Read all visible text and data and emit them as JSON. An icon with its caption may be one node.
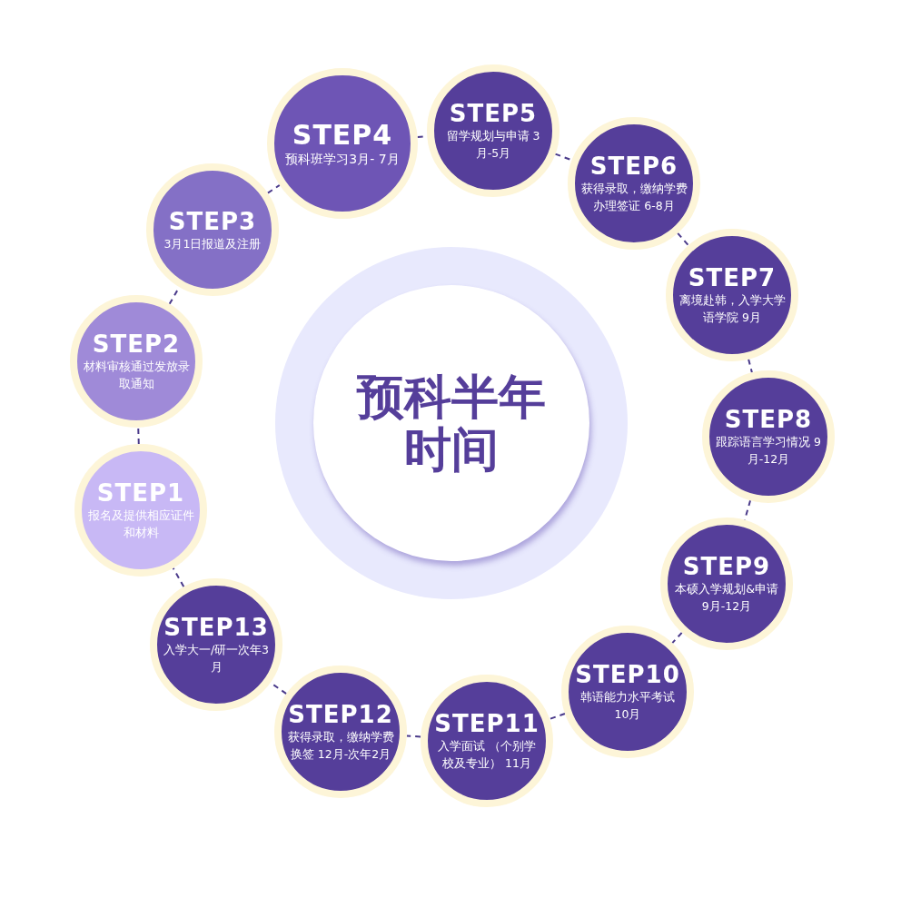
{
  "diagram": {
    "nodes": [
      {
        "text": [
          "预科半年时间"
        ]
      },
      {
        "text": [
          "STEP1",
          "报名及提供相应证件和材料"
        ]
      },
      {
        "text": [
          "STEP2",
          "材料审核通过发放录取通知"
        ]
      },
      {
        "text": [
          "STEP3",
          "3月1日报道及注册"
        ]
      },
      {
        "text": [
          "STEP4",
          "预科班学习3月- 7月"
        ]
      },
      {
        "text": [
          "STEP5",
          "留学规划与申请 3月-5月"
        ]
      },
      {
        "text": [
          "STEP6",
          "获得录取，缴纳学费办理签证 6-8月"
        ]
      },
      {
        "text": [
          "STEP7",
          "离境赴韩，入学大学语学院 9月"
        ]
      },
      {
        "text": [
          "STEP8",
          "跟踪语言学习情况 9月-12月"
        ]
      },
      {
        "text": [
          "STEP9",
          "本硕入学规划&申请 9月-12月"
        ]
      },
      {
        "text": [
          "STEP10",
          "韩语能力水平考试 10月"
        ]
      },
      {
        "text": [
          "STEP11",
          "入学面试 （个别学校及专业） 11月"
        ]
      },
      {
        "text": [
          "STEP12",
          "获得录取，缴纳学费换签 12月-次年2月"
        ]
      },
      {
        "text": [
          "STEP13",
          "入学大一/研一次年3月"
        ]
      }
    ],
    "edges": [
      {
        "from": 1,
        "to": 2,
        "arrow": "none",
        "style": "dashed"
      },
      {
        "from": 2,
        "to": 3,
        "arrow": "none",
        "style": "dashed"
      },
      {
        "from": 3,
        "to": 4,
        "arrow": "none",
        "style": "dashed"
      },
      {
        "from": 4,
        "to": 5,
        "arrow": "none",
        "style": "dashed"
      },
      {
        "from": 5,
        "to": 6,
        "arrow": "none",
        "style": "dashed"
      },
      {
        "from": 6,
        "to": 7,
        "arrow": "none",
        "style": "dashed"
      },
      {
        "from": 7,
        "to": 8,
        "arrow": "none",
        "style": "dashed"
      },
      {
        "from": 8,
        "to": 9,
        "arrow": "none",
        "style": "dashed"
      },
      {
        "from": 9,
        "to": 10,
        "arrow": "none",
        "style": "dashed"
      },
      {
        "from": 10,
        "to": 11,
        "arrow": "none",
        "style": "dashed"
      },
      {
        "from": 11,
        "to": 12,
        "arrow": "none",
        "style": "dashed"
      },
      {
        "from": 12,
        "to": 13,
        "arrow": "none",
        "style": "dashed"
      },
      {
        "from": 13,
        "to": 1,
        "arrow": "none",
        "style": "dashed"
      }
    ]
  }
}
